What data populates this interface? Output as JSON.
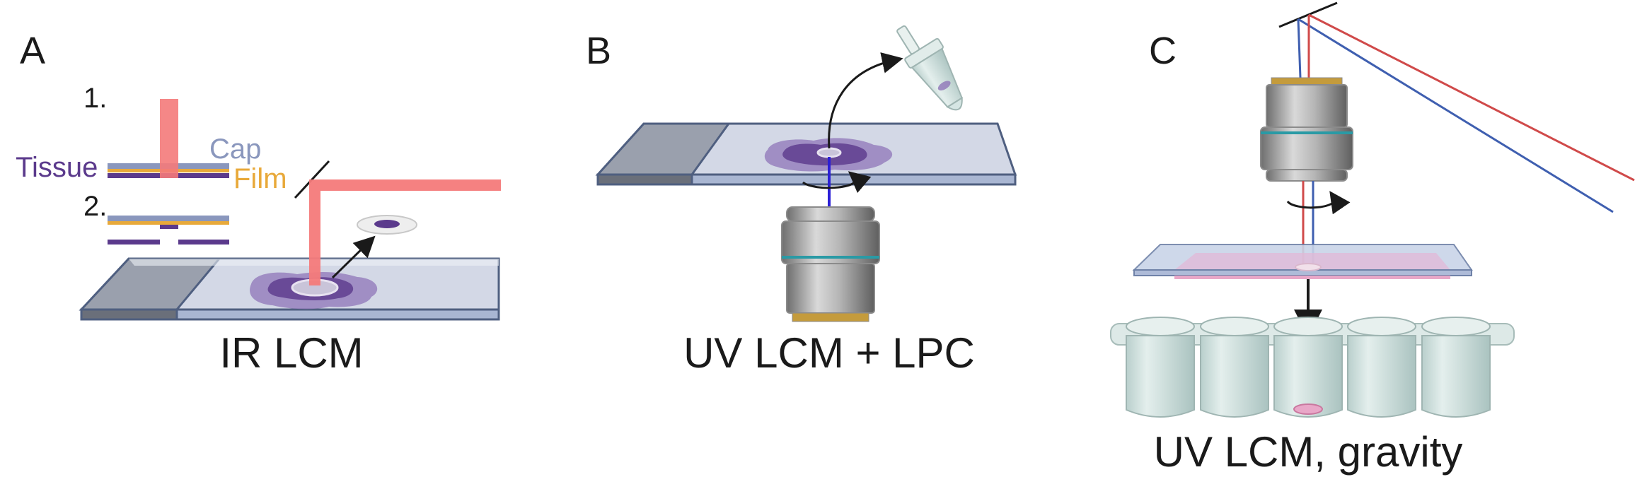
{
  "panels": [
    {
      "letter": "A",
      "caption": "IR LCM",
      "steps": [
        "1.",
        "2."
      ],
      "labels": {
        "tissue": "Tissue",
        "cap": "Cap",
        "film": "Film"
      }
    },
    {
      "letter": "B",
      "caption": "UV LCM + LPC"
    },
    {
      "letter": "C",
      "caption": "UV LCM, gravity"
    }
  ],
  "colors": {
    "tissue": "#5b3a8c",
    "cap": "#8a97bd",
    "film": "#e8a93a",
    "ir_laser": "#f47a7a",
    "uv_laser": "#2b1fd6",
    "red_ray": "#d04a4a",
    "blue_ray": "#3f5fb0",
    "slide": "#c9d0e3",
    "slide_edge": "#4f5f80",
    "tube_glass": "#d6e6e4",
    "pink_sample": "#e9a7c8"
  }
}
